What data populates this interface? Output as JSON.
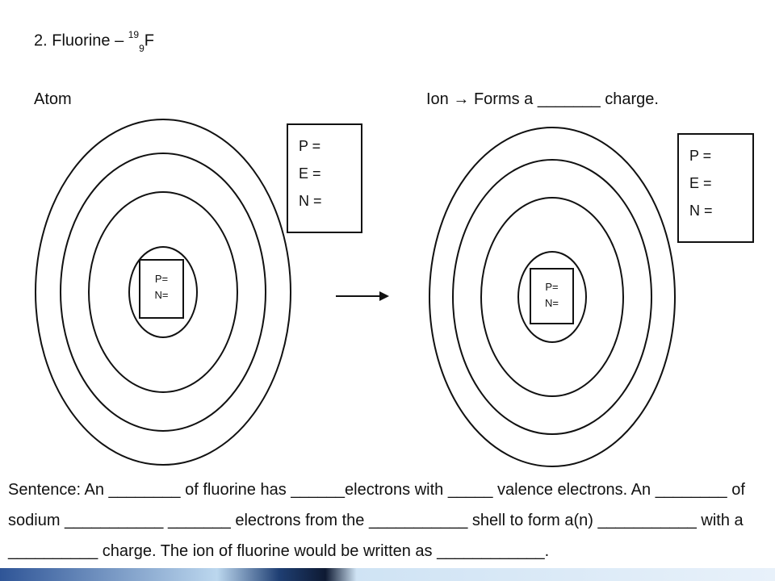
{
  "title": {
    "number": "2.",
    "element": "Fluorine –",
    "mass": "19",
    "atomic": "9",
    "symbol": "F"
  },
  "atom_label": "Atom",
  "ion_label": {
    "prefix": "Ion",
    "arrow": "→",
    "text": "Forms a _______ charge."
  },
  "atom_box": {
    "p": "P =",
    "e": "E =",
    "n": "N ="
  },
  "ion_box": {
    "p": "P =",
    "e": "E =",
    "n": "N ="
  },
  "atom_nucleus": {
    "p": "P=",
    "n": "N="
  },
  "ion_nucleus": {
    "p": "P=",
    "n": "N="
  },
  "sentence": {
    "line1": "Sentence: An ________ of fluorine has ______electrons with _____ valence electrons. An ________ of",
    "line2": "sodium ___________ _______ electrons from the ___________ shell to form a(n) ___________ with a",
    "line3": "__________ charge. The ion of fluorine would be written as ____________."
  },
  "colors": {
    "ink": "#111111",
    "bar_dark": "#2f5597",
    "bar_light": "#cfe3f4"
  }
}
